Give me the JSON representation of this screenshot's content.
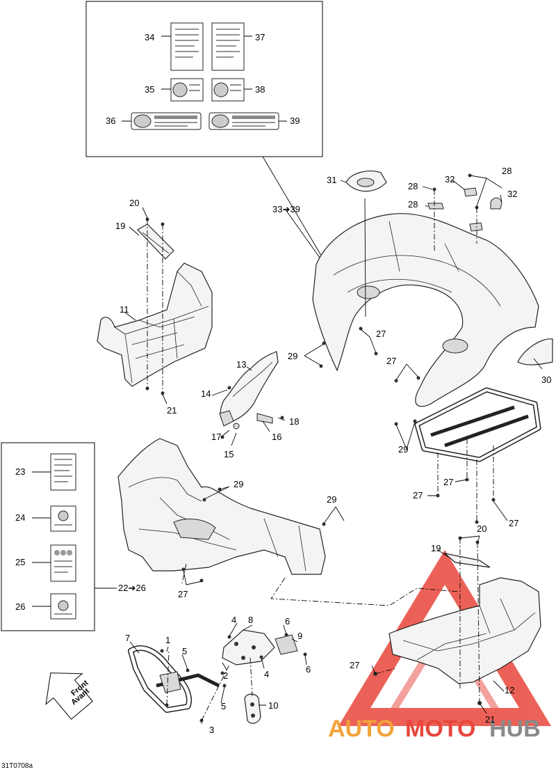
{
  "diagram_code": "31T0708a",
  "watermark": {
    "auto": "AUTO",
    "moto": "MOTO",
    "hub": "HUB"
  },
  "direction": {
    "line1": "Front",
    "line2": "Avant"
  },
  "colors": {
    "watermark_red": "#e8463c",
    "watermark_orange": "#f2a33a",
    "watermark_gray": "#8a8a8a"
  },
  "labels": {
    "l1": "1",
    "l2": "2",
    "l3": "3",
    "l4a": "4",
    "l4b": "4",
    "l5a": "5",
    "l5b": "5",
    "l6a": "6",
    "l6b": "6",
    "l7": "7",
    "l8": "8",
    "l9": "9",
    "l10": "10",
    "l11": "11",
    "l12": "12",
    "l13": "13",
    "l14": "14",
    "l15": "15",
    "l16": "16",
    "l17": "17",
    "l18": "18",
    "l19a": "19",
    "l19b": "19",
    "l20a": "20",
    "l20b": "20",
    "l21a": "21",
    "l21b": "21",
    "l22_26": "22➔26",
    "l23": "23",
    "l24": "24",
    "l25": "25",
    "l26": "26",
    "l27a": "27",
    "l27b": "27",
    "l27c": "27",
    "l27d": "27",
    "l27e": "27",
    "l27f": "27",
    "l28a": "28",
    "l28b": "28",
    "l28c": "28",
    "l29a": "29",
    "l29b": "29",
    "l29c": "29",
    "l29d": "29",
    "l30": "30",
    "l31": "31",
    "l32a": "32",
    "l32b": "32",
    "l33_39": "33➔39",
    "l34": "34",
    "l35": "35",
    "l36": "36",
    "l37": "37",
    "l38": "38",
    "l39": "39"
  }
}
